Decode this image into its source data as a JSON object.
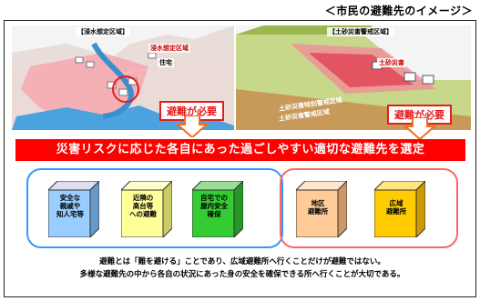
{
  "caption": "＜市民の避難先のイメージ＞",
  "left_panel": {
    "title": "【浸水想定区域】",
    "area_label": "浸水想定区域",
    "sub_label": "住宅",
    "badge": "避難が必要"
  },
  "right_panel": {
    "title": "【土砂災害警戒区域】",
    "top_label": "土砂災害",
    "inner_label": "土砂災害特別警戒区域",
    "outer_label": "土砂災害警戒区域",
    "badge": "避難が必要"
  },
  "banner": "災害リスクに応じた各自にあった過ごしやすい適切な避難先を選定",
  "options": [
    {
      "label": "安全な\n親戚や\n知人宅等",
      "color": "#99ccff"
    },
    {
      "label": "近隣の\n高台等\nへの避難",
      "color": "#ffff99"
    },
    {
      "label": "自宅での\n屋内安全\n確保",
      "color": "#33cc33"
    },
    {
      "label": "地区\n避難所",
      "color": "#ffcc99"
    },
    {
      "label": "広域\n避難所",
      "color": "#ffcc00"
    }
  ],
  "notes": [
    "避難とは「難を避ける」ことであり、広域避難所へ行くことだけが避難ではない。",
    "多様な避難先の中から各自の状況にあった身の安全を確保できる所へ行くことが大切である。"
  ],
  "colors": {
    "accent_red": "#e41d1d",
    "banner": "#ff0000",
    "group_a_border": "#3399ff",
    "group_b_border": "#ff6666",
    "arrow": "#f07020"
  }
}
